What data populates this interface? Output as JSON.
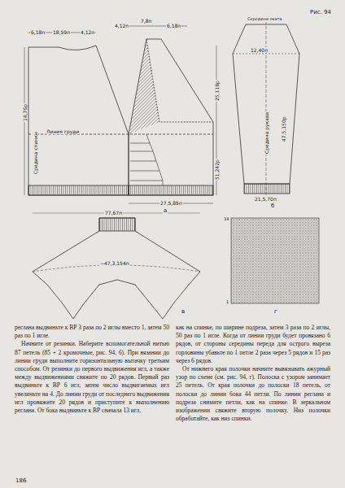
{
  "diagram": {
    "labels": [
      "Рис. 94",
      "6,18п",
      "18,59п",
      "4,12п",
      "7,8п",
      "4,12п",
      "6,18п",
      "25,118р",
      "51,242р",
      "Линия груди",
      "Средина спинки",
      "14,76р",
      "27,5,85п",
      "а",
      "Середина оката",
      "Средина рукава",
      "12,40п",
      "47,5,150р",
      "21,5,70п",
      "б",
      "77,67п",
      "~47,3,154п",
      "в",
      "34",
      "1",
      "г",
      "реглана выдвиньте к ВР 3 раза по 2 иглы вместо 1, затем 50 раз по 1 игле.",
      "Начните от резинки. Наберите вспомогательной нитью 87 петель (85 + 2 кромочные, рис. 94, б). При вязании до линии груди выполните горизонтальную вытачку третьим способом. От резинки до первого выдвижения игл, а также между выдвижениями свяжите по 20 рядов. Первый раз выдвиньте к ВР 6 игл, затем число выдвигаемых игл увеличьте на 4. До линии груди от последнего выдвижения игл провяжите 20 рядов и приступите к выполнению реглана. От бока выдвиньте к ВР сначала 13 игл,",
      "как на спинке, по ширине подреза, затем 3 раза по 2 иглы, 50 раз по 1 игле. Когда от линии груди будет провязано 6 рядов, от стороны середины переда для острого выреза горловины убавьте по 1 петле 2 раза через 5 рядов и 15 раз через 6 рядов.",
      "От нижнего края полочки начните вывязывать ажурный узор по схеме (см. рис. 94, г). Полоска с узором занимает 25 петель. От края полочки до полоски 18 петель, от полоски до линии бока 44 петли. По линии реглана и подреза снимите петли, как на спинке. В зеркальном изображении свяжите вторую полочку. Низ полочки обработайте, как низ спинки.",
      "186"
    ]
  }
}
